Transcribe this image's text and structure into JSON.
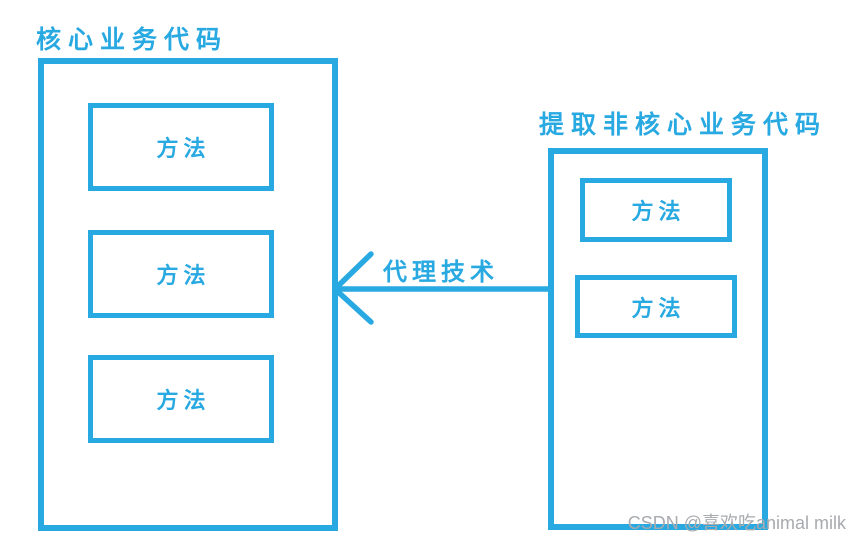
{
  "left_group": {
    "title": "核心业务代码",
    "methods": [
      "方法",
      "方法",
      "方法"
    ]
  },
  "right_group": {
    "title": "提取非核心业务代码",
    "methods": [
      "方法",
      "方法"
    ]
  },
  "arrow_label": "代理技术",
  "watermark": "CSDN @喜欢吃animal milk",
  "icons": {
    "arrow": "left-arrow-icon"
  },
  "colors": {
    "accent": "#29A9E1",
    "watermark": "#A7AAAE",
    "background": "#FFFFFF"
  }
}
